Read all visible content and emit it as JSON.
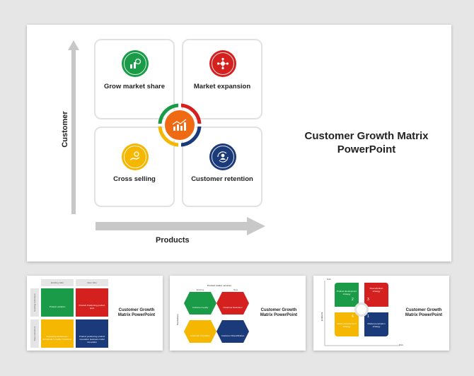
{
  "main": {
    "axis_y": "Customer",
    "axis_x": "Products",
    "title": "Customer Growth Matrix PowerPoint",
    "cards": [
      {
        "label": "Grow market share",
        "color": "#1a9b47",
        "icon": "chart-pie-icon"
      },
      {
        "label": "Market expansion",
        "color": "#d4211f",
        "icon": "network-icon"
      },
      {
        "label": "Cross selling",
        "color": "#f5b700",
        "icon": "hand-coin-icon"
      },
      {
        "label": "Customer retention",
        "color": "#1b3a7a",
        "icon": "user-cycle-icon"
      }
    ],
    "hub_color": "#f06a14"
  },
  "thumbs": [
    {
      "title": "Customer Growth Matrix PowerPoint",
      "headers": [
        "Existing Jobs",
        "New Jobs"
      ],
      "rows": [
        "Existing customers",
        "New customers"
      ],
      "cells": [
        "Product variation",
        "Product Positioning product pivot",
        "Increasing awareness / Emotional / Loyalty / Customer",
        "Product positioning product innovation business model innovation"
      ]
    },
    {
      "title": "Customer Growth Matrix PowerPoint",
      "header": "Product and/or services",
      "col_headers": [
        "Existing",
        "New"
      ],
      "side_label": "Customers",
      "cells": [
        "Customer loyalty",
        "Customer Extension",
        "Customer Innovation",
        "Customer Diversification"
      ]
    },
    {
      "title": "Customer Growth Matrix PowerPoint",
      "axis_top": "Risk",
      "axis_right": "Risk",
      "side_label": "products",
      "cells": [
        {
          "num": "2",
          "label": "Product development strategy"
        },
        {
          "num": "3",
          "label": "Diversification strategy"
        },
        {
          "num": "1",
          "label": "Market penetration strategy"
        },
        {
          "num": "4",
          "label": "Market development strategy"
        }
      ]
    }
  ]
}
